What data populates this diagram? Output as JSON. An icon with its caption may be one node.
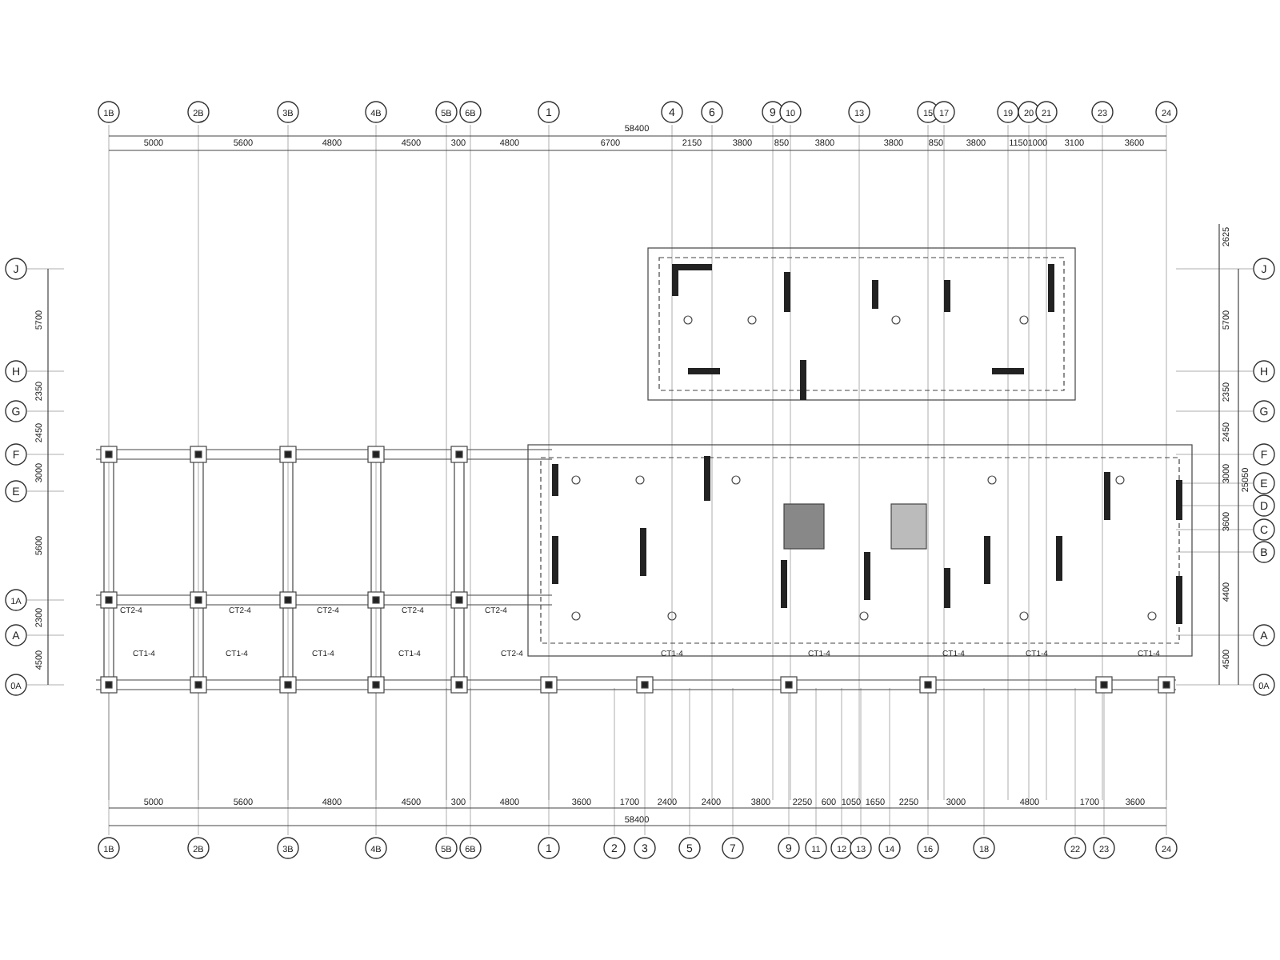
{
  "diagram": {
    "labels": [
      "1B",
      "2B",
      "3B",
      "4B",
      "5B",
      "6B",
      "1",
      "4",
      "6",
      "9",
      "10",
      "13",
      "15",
      "17",
      "19",
      "20",
      "21",
      "23",
      "24",
      "58400",
      "5000",
      "5600",
      "4800",
      "4500",
      "300",
      "4800",
      "6700",
      "2150",
      "3800",
      "850",
      "3800",
      "3800",
      "850",
      "3800",
      "1150",
      "1000",
      "3100",
      "3600",
      "J",
      "H",
      "G",
      "F",
      "E",
      "1A",
      "A",
      "0A",
      "5700",
      "2350",
      "2450",
      "3000",
      "5600",
      "2300",
      "4500",
      "J",
      "H",
      "G",
      "F",
      "E",
      "D",
      "C",
      "B",
      "A",
      "0A",
      "2625",
      "5700",
      "2350",
      "2450",
      "3000",
      "3600",
      "4400",
      "4500",
      "25050",
      "CT2-4",
      "CT2-4",
      "CT2-4",
      "CT2-4",
      "CT2-4",
      "CT1-4",
      "CT1-4",
      "CT1-4",
      "CT1-4",
      "CT2-4",
      "CT1-4",
      "CT1-4",
      "CT1-4",
      "CT1-4",
      "CT1-4",
      "5000",
      "5600",
      "4800",
      "4500",
      "300",
      "4800",
      "3600",
      "1700",
      "2400",
      "2400",
      "3800",
      "2250",
      "600",
      "1050",
      "1650",
      "2250",
      "3000",
      "4800",
      "1700",
      "3600",
      "58400",
      "1B",
      "2B",
      "3B",
      "4B",
      "5B",
      "6B",
      "1",
      "2",
      "3",
      "5",
      "7",
      "9",
      "11",
      "12",
      "13",
      "14",
      "16",
      "18",
      "22",
      "23",
      "24"
    ]
  }
}
